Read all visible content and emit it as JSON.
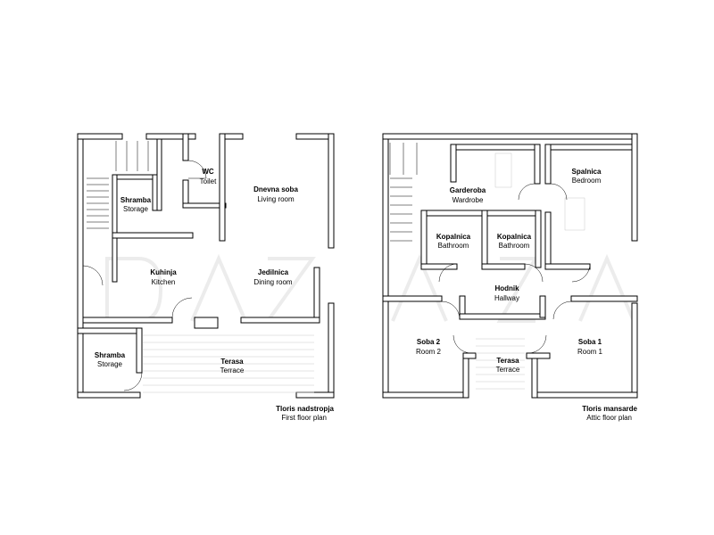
{
  "floor1": {
    "rooms": {
      "wc": {
        "name": "WC",
        "sub": "Toilet"
      },
      "storage1": {
        "name": "Shramba",
        "sub": "Storage"
      },
      "living": {
        "name": "Dnevna soba",
        "sub": "Living room"
      },
      "kitchen": {
        "name": "Kuhinja",
        "sub": "Kitchen"
      },
      "dining": {
        "name": "Jedilnica",
        "sub": "Dining room"
      },
      "storage2": {
        "name": "Shramba",
        "sub": "Storage"
      },
      "terrace": {
        "name": "Terasa",
        "sub": "Terrace"
      }
    },
    "caption": {
      "title": "Tloris nadstropja",
      "subtitle": "First floor plan"
    }
  },
  "attic": {
    "rooms": {
      "wardrobe": {
        "name": "Garderoba",
        "sub": "Wardrobe"
      },
      "bedroom": {
        "name": "Spalnica",
        "sub": "Bedroom"
      },
      "bath1": {
        "name": "Kopalnica",
        "sub": "Bathroom"
      },
      "bath2": {
        "name": "Kopalnica",
        "sub": "Bathroom"
      },
      "hallway": {
        "name": "Hodnik",
        "sub": "Hallway"
      },
      "room2": {
        "name": "Soba 2",
        "sub": "Room 2"
      },
      "terrace": {
        "name": "Terasa",
        "sub": "Terrace"
      },
      "room1": {
        "name": "Soba 1",
        "sub": "Room 1"
      }
    },
    "caption": {
      "title": "Tloris mansarde",
      "subtitle": "Attic floor plan"
    }
  },
  "colors": {
    "wall": "#000000",
    "background": "#ffffff",
    "watermark": "#ececec"
  }
}
